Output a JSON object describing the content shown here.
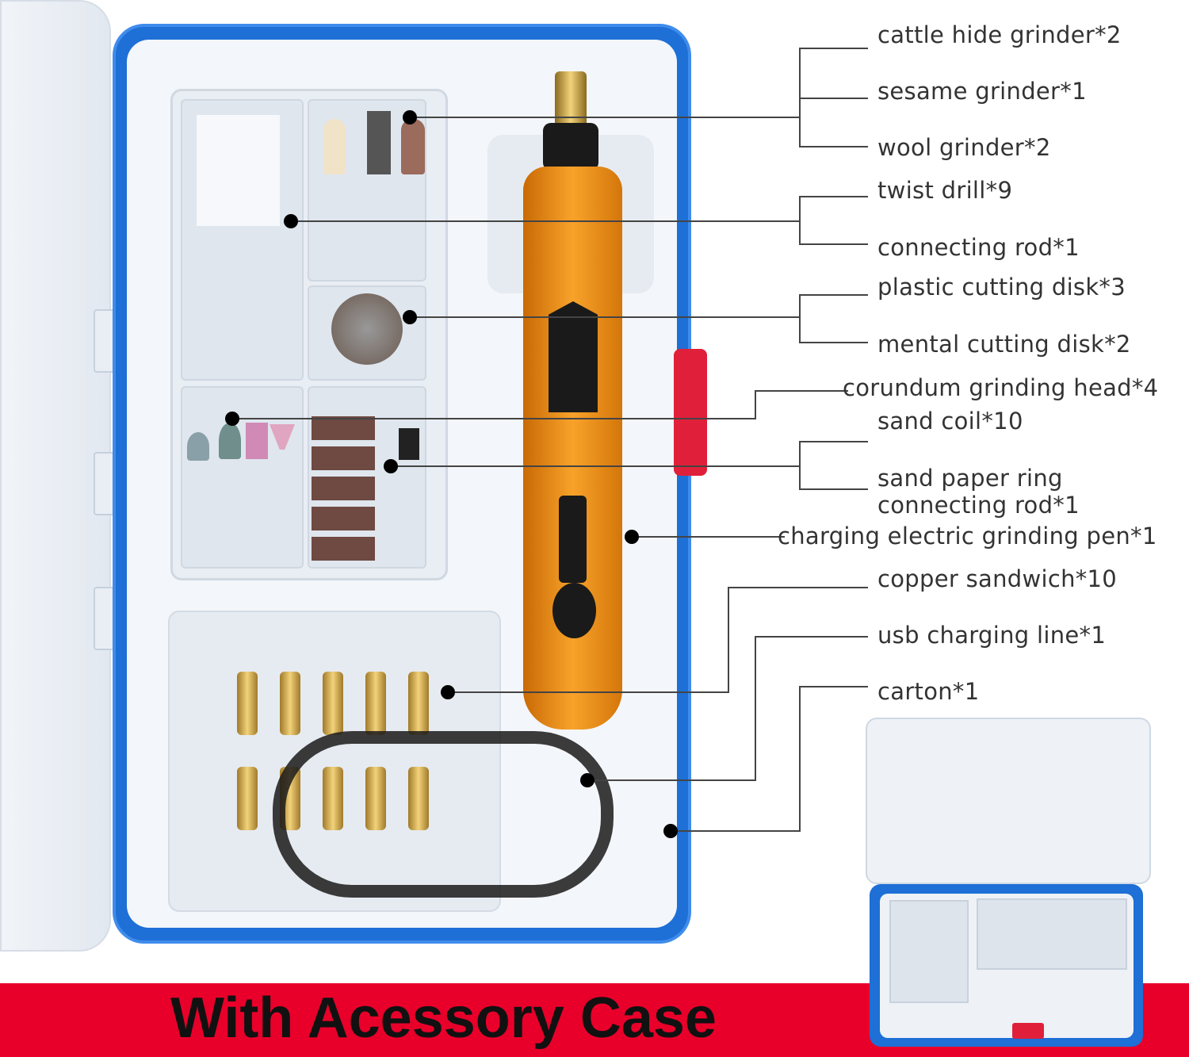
{
  "labels": [
    "cattle hide grinder*2",
    "sesame grinder*1",
    "wool grinder*2",
    "twist drill*9",
    "connecting rod*1",
    "plastic cutting disk*3",
    "mental cutting disk*2",
    "corundum grinding head*4",
    "sand coil*10",
    "sand paper ring",
    "connecting rod*1",
    "charging electric grinding pen*1",
    "copper sandwich*10",
    "usb charging line*1",
    "carton*1"
  ],
  "banner": {
    "text": "With Acessory Case"
  },
  "colors": {
    "case_blue": "#1e6fd6",
    "pen_orange": "#f08a10",
    "banner_red": "#e8002a",
    "button_red": "#e0203a"
  }
}
